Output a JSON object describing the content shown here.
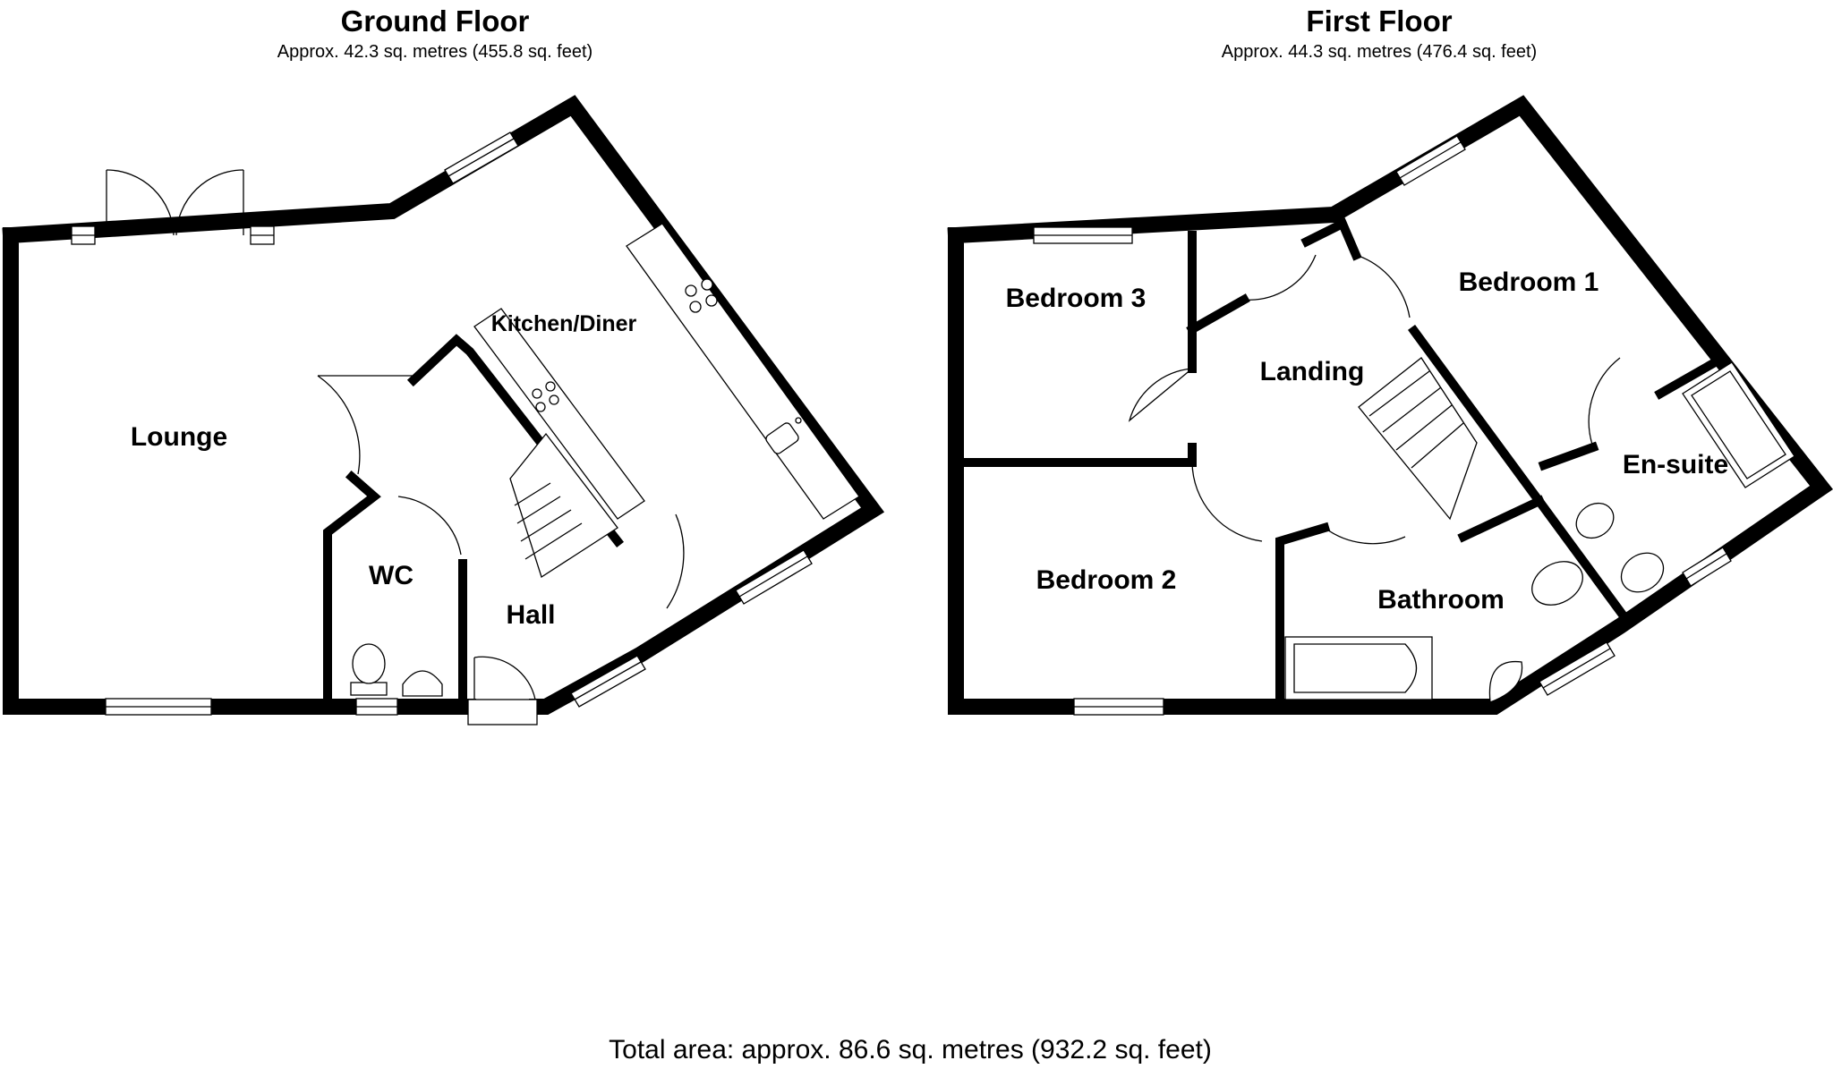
{
  "ground_floor": {
    "title": "Ground Floor",
    "area": "Approx. 42.3 sq. metres (455.8 sq. feet)",
    "rooms": {
      "lounge": "Lounge",
      "kitchen_diner": "Kitchen/Diner",
      "wc": "WC",
      "hall": "Hall"
    }
  },
  "first_floor": {
    "title": "First Floor",
    "area": "Approx. 44.3 sq. metres (476.4 sq. feet)",
    "rooms": {
      "bedroom_3": "Bedroom 3",
      "landing": "Landing",
      "bedroom_1": "Bedroom 1",
      "en_suite": "En-suite",
      "bedroom_2": "Bedroom 2",
      "bathroom": "Bathroom"
    }
  },
  "total_area": "Total area: approx. 86.6 sq. metres (932.2 sq. feet)"
}
